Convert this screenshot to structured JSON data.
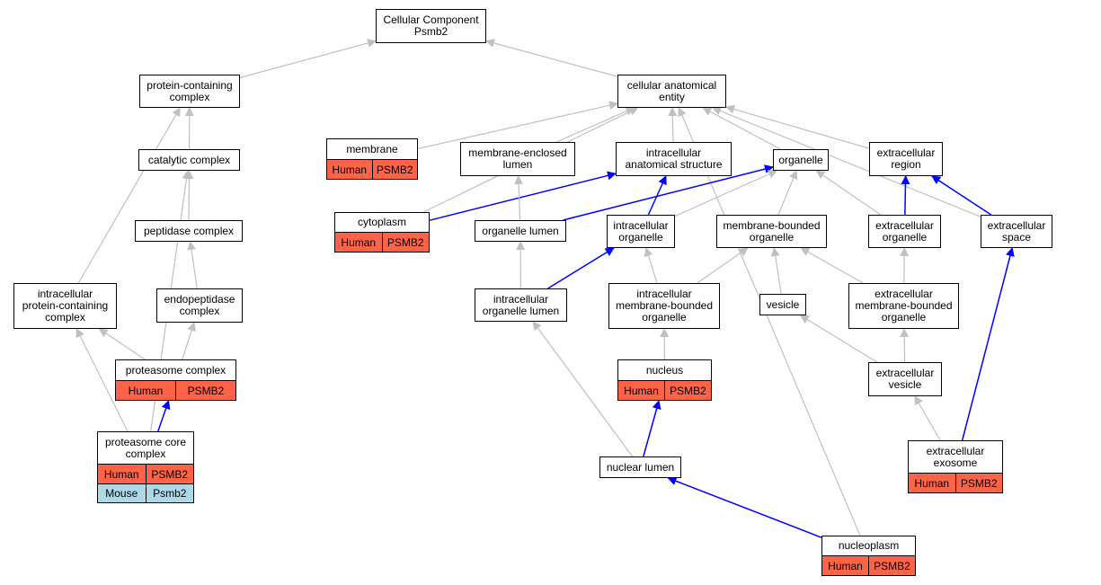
{
  "colors": {
    "inferred_edge": "#c0c0c0",
    "direct_edge": "#0000ff",
    "human": "#ff6347",
    "mouse": "#add8e6"
  },
  "nodes": {
    "root": {
      "label": "Cellular Component\nPsmb2"
    },
    "protein_containing_complex": {
      "label": "protein-containing\ncomplex"
    },
    "cellular_anatomical_entity": {
      "label": "cellular anatomical\nentity"
    },
    "catalytic_complex": {
      "label": "catalytic complex"
    },
    "membrane": {
      "label": "membrane",
      "species": "Human",
      "gene": "PSMB2"
    },
    "membrane_enclosed_lumen": {
      "label": "membrane-enclosed\nlumen"
    },
    "intracellular_anatomical_structure": {
      "label": "intracellular\nanatomical structure"
    },
    "organelle": {
      "label": "organelle"
    },
    "extracellular_region": {
      "label": "extracellular\nregion"
    },
    "peptidase_complex": {
      "label": "peptidase complex"
    },
    "cytoplasm": {
      "label": "cytoplasm",
      "species": "Human",
      "gene": "PSMB2"
    },
    "organelle_lumen": {
      "label": "organelle lumen"
    },
    "intracellular_organelle": {
      "label": "intracellular\norganelle"
    },
    "membrane_bounded_organelle": {
      "label": "membrane-bounded\norganelle"
    },
    "extracellular_organelle": {
      "label": "extracellular\norganelle"
    },
    "extracellular_space": {
      "label": "extracellular\nspace"
    },
    "intracellular_protein_containing_complex": {
      "label": "intracellular\nprotein-containing\ncomplex"
    },
    "endopeptidase_complex": {
      "label": "endopeptidase\ncomplex"
    },
    "intracellular_organelle_lumen": {
      "label": "intracellular\norganelle lumen"
    },
    "intracellular_membrane_bounded_organelle": {
      "label": "intracellular\nmembrane-bounded\norganelle"
    },
    "vesicle": {
      "label": "vesicle"
    },
    "extracellular_membrane_bounded_organelle": {
      "label": "extracellular\nmembrane-bounded\norganelle"
    },
    "proteasome_complex": {
      "label": "proteasome complex",
      "species": "Human",
      "gene": "PSMB2"
    },
    "nucleus": {
      "label": "nucleus",
      "species": "Human",
      "gene": "PSMB2"
    },
    "extracellular_vesicle": {
      "label": "extracellular\nvesicle"
    },
    "proteasome_core_complex": {
      "label": "proteasome core\ncomplex",
      "species": "Human",
      "gene": "PSMB2",
      "species2": "Mouse",
      "gene2": "Psmb2"
    },
    "nuclear_lumen": {
      "label": "nuclear lumen"
    },
    "extracellular_exosome": {
      "label": "extracellular\nexosome",
      "species": "Human",
      "gene": "PSMB2"
    },
    "nucleoplasm": {
      "label": "nucleoplasm",
      "species": "Human",
      "gene": "PSMB2"
    }
  },
  "edges": [
    {
      "from": "protein_containing_complex",
      "to": "root",
      "type": "inferred"
    },
    {
      "from": "cellular_anatomical_entity",
      "to": "root",
      "type": "inferred"
    },
    {
      "from": "catalytic_complex",
      "to": "protein_containing_complex",
      "type": "inferred"
    },
    {
      "from": "intracellular_protein_containing_complex",
      "to": "protein_containing_complex",
      "type": "inferred"
    },
    {
      "from": "peptidase_complex",
      "to": "catalytic_complex",
      "type": "inferred"
    },
    {
      "from": "proteasome_core_complex",
      "to": "catalytic_complex",
      "type": "inferred"
    },
    {
      "from": "endopeptidase_complex",
      "to": "peptidase_complex",
      "type": "inferred"
    },
    {
      "from": "proteasome_complex",
      "to": "endopeptidase_complex",
      "type": "inferred"
    },
    {
      "from": "proteasome_complex",
      "to": "intracellular_protein_containing_complex",
      "type": "inferred"
    },
    {
      "from": "proteasome_core_complex",
      "to": "intracellular_protein_containing_complex",
      "type": "inferred"
    },
    {
      "from": "proteasome_core_complex",
      "to": "proteasome_complex",
      "type": "direct"
    },
    {
      "from": "membrane",
      "to": "cellular_anatomical_entity",
      "type": "inferred"
    },
    {
      "from": "membrane_enclosed_lumen",
      "to": "cellular_anatomical_entity",
      "type": "inferred"
    },
    {
      "from": "intracellular_anatomical_structure",
      "to": "cellular_anatomical_entity",
      "type": "inferred"
    },
    {
      "from": "organelle",
      "to": "cellular_anatomical_entity",
      "type": "inferred"
    },
    {
      "from": "extracellular_region",
      "to": "cellular_anatomical_entity",
      "type": "inferred"
    },
    {
      "from": "cytoplasm",
      "to": "cellular_anatomical_entity",
      "type": "inferred"
    },
    {
      "from": "extracellular_space",
      "to": "cellular_anatomical_entity",
      "type": "inferred"
    },
    {
      "from": "nucleoplasm",
      "to": "cellular_anatomical_entity",
      "type": "inferred"
    },
    {
      "from": "cytoplasm",
      "to": "intracellular_anatomical_structure",
      "type": "direct"
    },
    {
      "from": "organelle_lumen",
      "to": "membrane_enclosed_lumen",
      "type": "inferred"
    },
    {
      "from": "organelle_lumen",
      "to": "organelle",
      "type": "direct"
    },
    {
      "from": "intracellular_organelle",
      "to": "intracellular_anatomical_structure",
      "type": "direct"
    },
    {
      "from": "intracellular_organelle",
      "to": "organelle",
      "type": "inferred"
    },
    {
      "from": "membrane_bounded_organelle",
      "to": "organelle",
      "type": "inferred"
    },
    {
      "from": "extracellular_organelle",
      "to": "organelle",
      "type": "inferred"
    },
    {
      "from": "extracellular_organelle",
      "to": "extracellular_region",
      "type": "direct"
    },
    {
      "from": "extracellular_space",
      "to": "extracellular_region",
      "type": "direct"
    },
    {
      "from": "intracellular_organelle_lumen",
      "to": "organelle_lumen",
      "type": "inferred"
    },
    {
      "from": "intracellular_organelle_lumen",
      "to": "intracellular_organelle",
      "type": "direct"
    },
    {
      "from": "intracellular_membrane_bounded_organelle",
      "to": "intracellular_organelle",
      "type": "inferred"
    },
    {
      "from": "intracellular_membrane_bounded_organelle",
      "to": "membrane_bounded_organelle",
      "type": "inferred"
    },
    {
      "from": "vesicle",
      "to": "membrane_bounded_organelle",
      "type": "inferred"
    },
    {
      "from": "extracellular_membrane_bounded_organelle",
      "to": "membrane_bounded_organelle",
      "type": "inferred"
    },
    {
      "from": "extracellular_membrane_bounded_organelle",
      "to": "extracellular_organelle",
      "type": "inferred"
    },
    {
      "from": "nucleus",
      "to": "intracellular_membrane_bounded_organelle",
      "type": "inferred"
    },
    {
      "from": "extracellular_vesicle",
      "to": "vesicle",
      "type": "inferred"
    },
    {
      "from": "extracellular_vesicle",
      "to": "extracellular_membrane_bounded_organelle",
      "type": "inferred"
    },
    {
      "from": "nuclear_lumen",
      "to": "intracellular_organelle_lumen",
      "type": "inferred"
    },
    {
      "from": "nuclear_lumen",
      "to": "nucleus",
      "type": "direct"
    },
    {
      "from": "extracellular_exosome",
      "to": "extracellular_vesicle",
      "type": "inferred"
    },
    {
      "from": "extracellular_exosome",
      "to": "extracellular_space",
      "type": "direct"
    },
    {
      "from": "nucleoplasm",
      "to": "nuclear_lumen",
      "type": "direct"
    }
  ]
}
